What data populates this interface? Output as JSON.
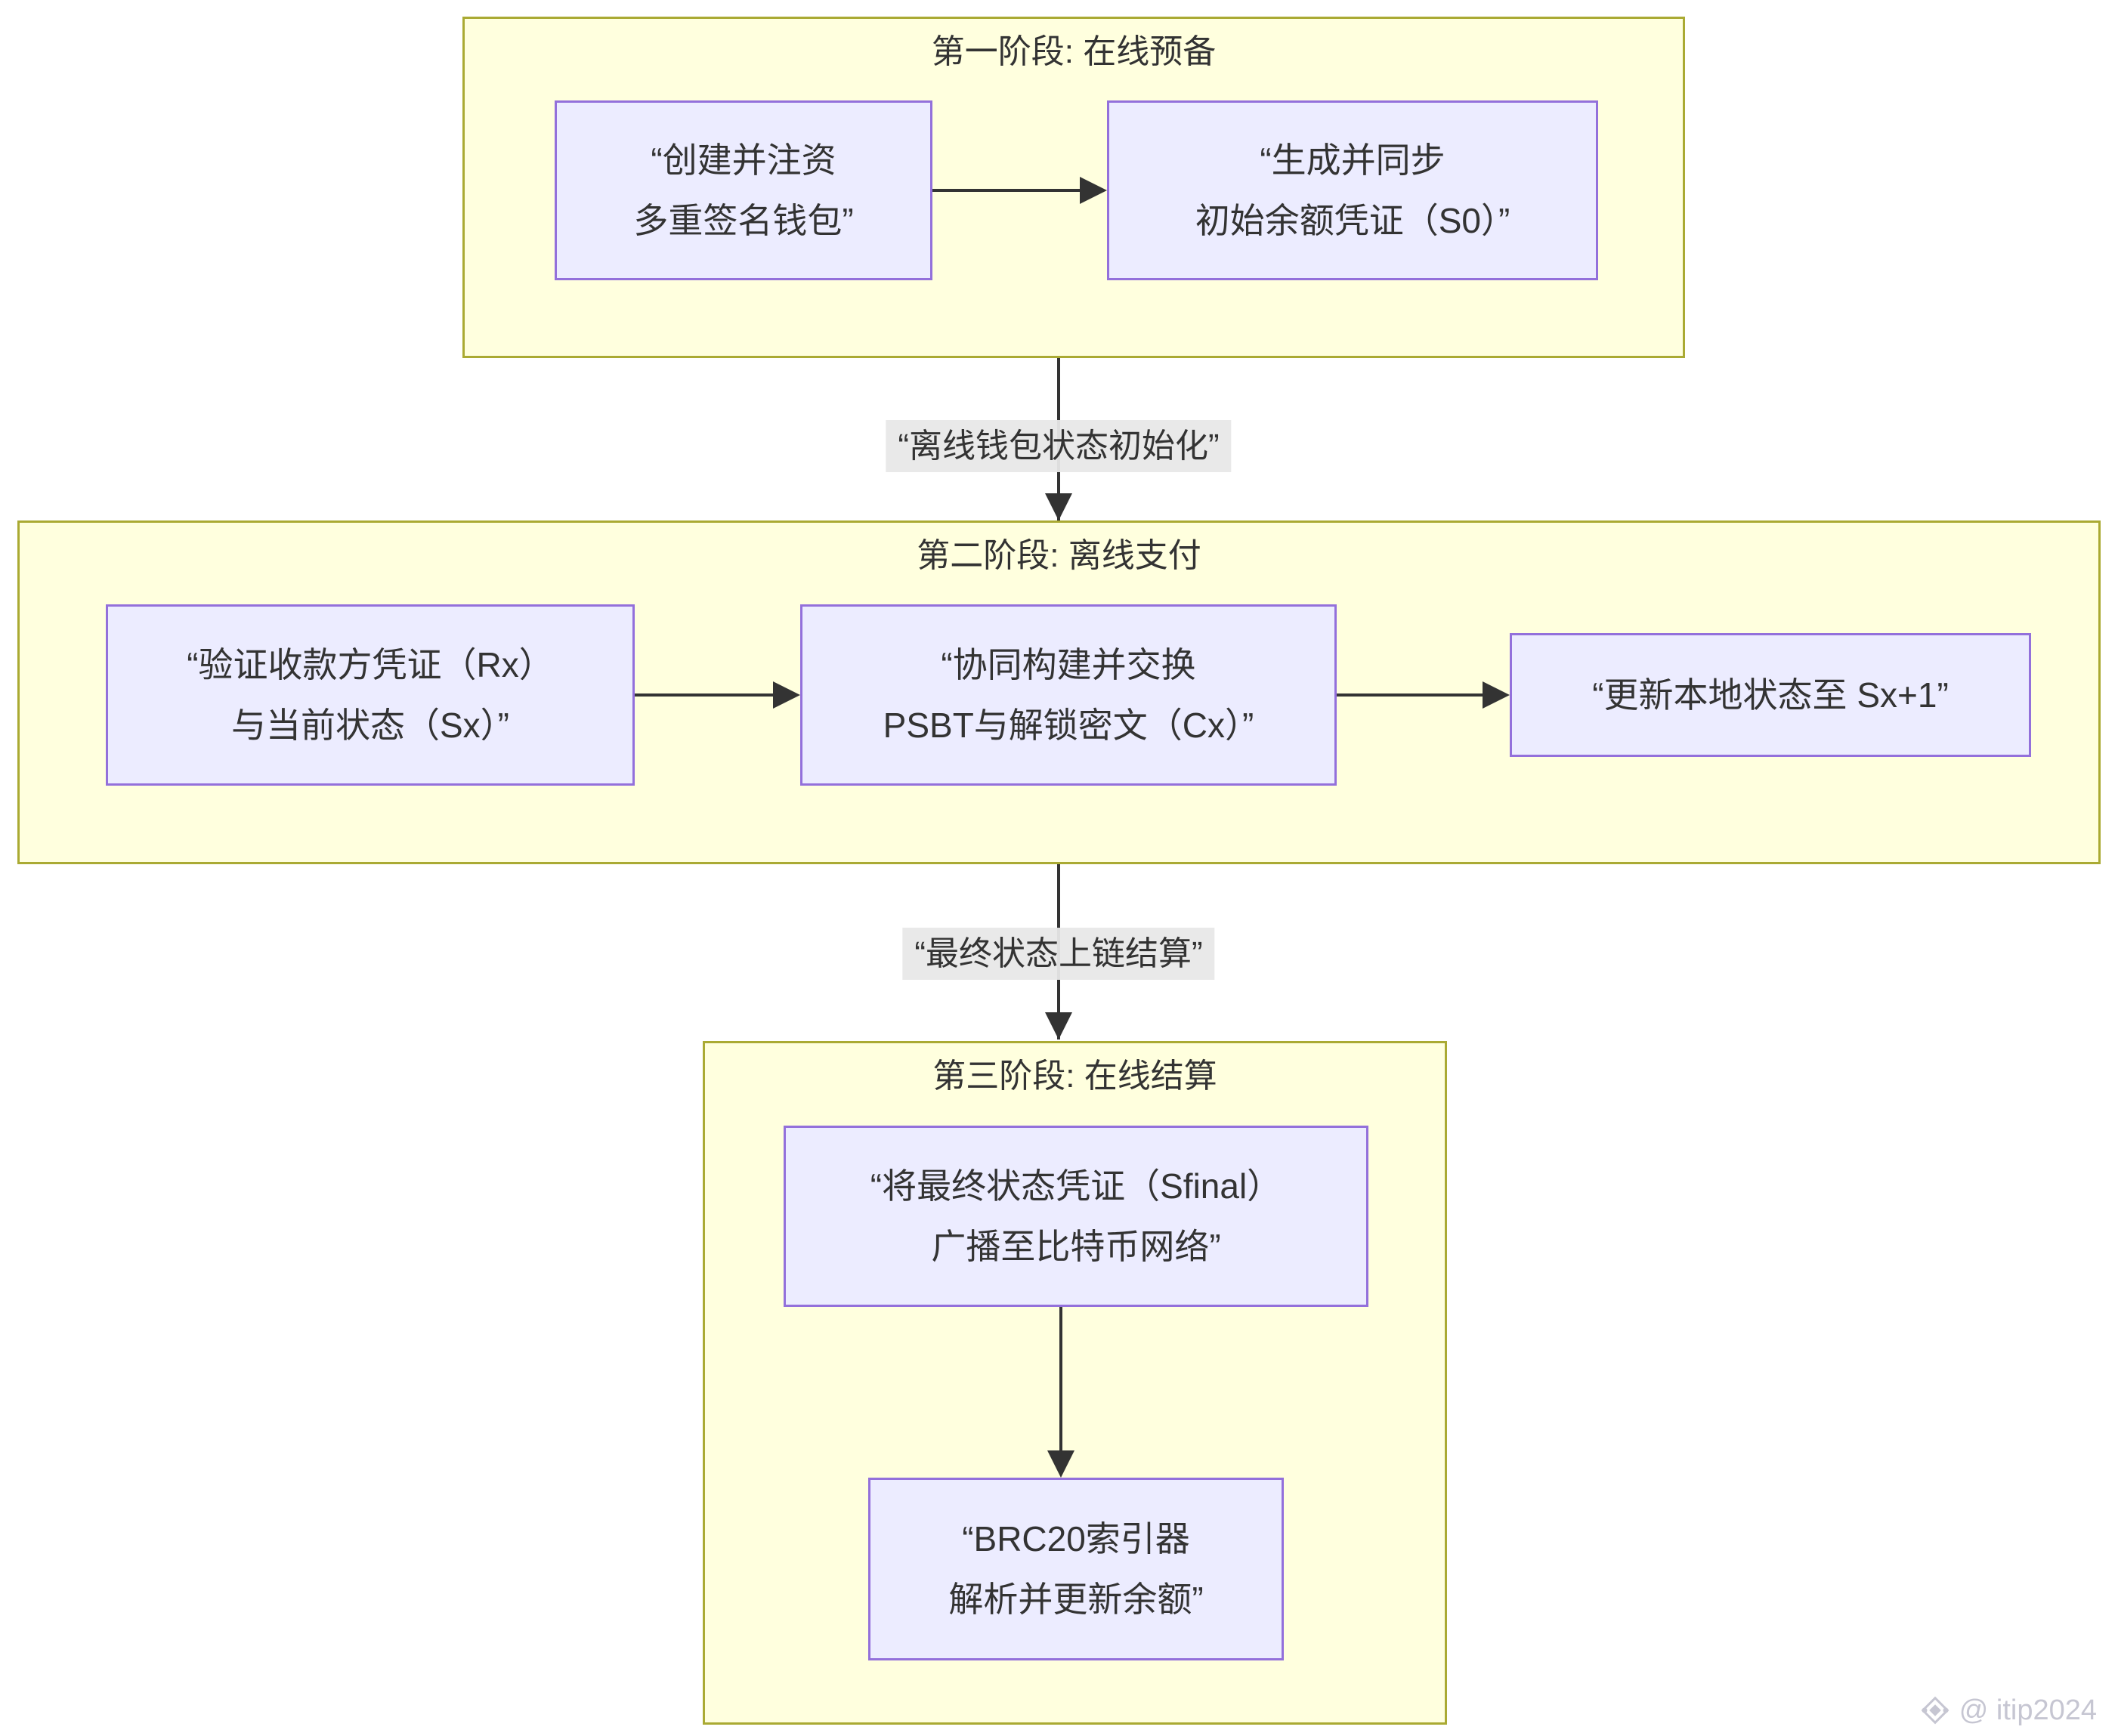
{
  "diagram": {
    "phases": [
      {
        "title": "第一阶段: 在线预备"
      },
      {
        "title": "第二阶段: 离线支付"
      },
      {
        "title": "第三阶段: 在线结算"
      }
    ],
    "nodes": {
      "create_wallet": {
        "line1": "“创建并注资",
        "line2": "多重签名钱包”"
      },
      "sync_s0": {
        "line1": "“生成并同步",
        "line2": "初始余额凭证（S0）”"
      },
      "verify_rx": {
        "line1": "“验证收款方凭证（Rx）",
        "line2": "与当前状态（Sx）”"
      },
      "build_psbt": {
        "line1": "“协同构建并交换",
        "line2": "PSBT与解锁密文（Cx）”"
      },
      "update_state": {
        "line1": "“更新本地状态至 Sx+1”"
      },
      "broadcast": {
        "line1": "“将最终状态凭证（Sfinal）",
        "line2": "广播至比特币网络”"
      },
      "indexer": {
        "line1": "“BRC20索引器",
        "line2": "解析并更新余额”"
      }
    },
    "edges": {
      "offline_init": "“离线钱包状态初始化”",
      "onchain_settle": "“最终状态上链结算”"
    },
    "colors": {
      "cluster_fill": "#ffffde",
      "cluster_border": "#aaaa33",
      "node_fill": "#ececff",
      "node_border": "#9370db",
      "edge": "#333333",
      "edge_label_bg": "#e8e8e8",
      "text": "#333333"
    },
    "watermark": "@ itip2024"
  }
}
